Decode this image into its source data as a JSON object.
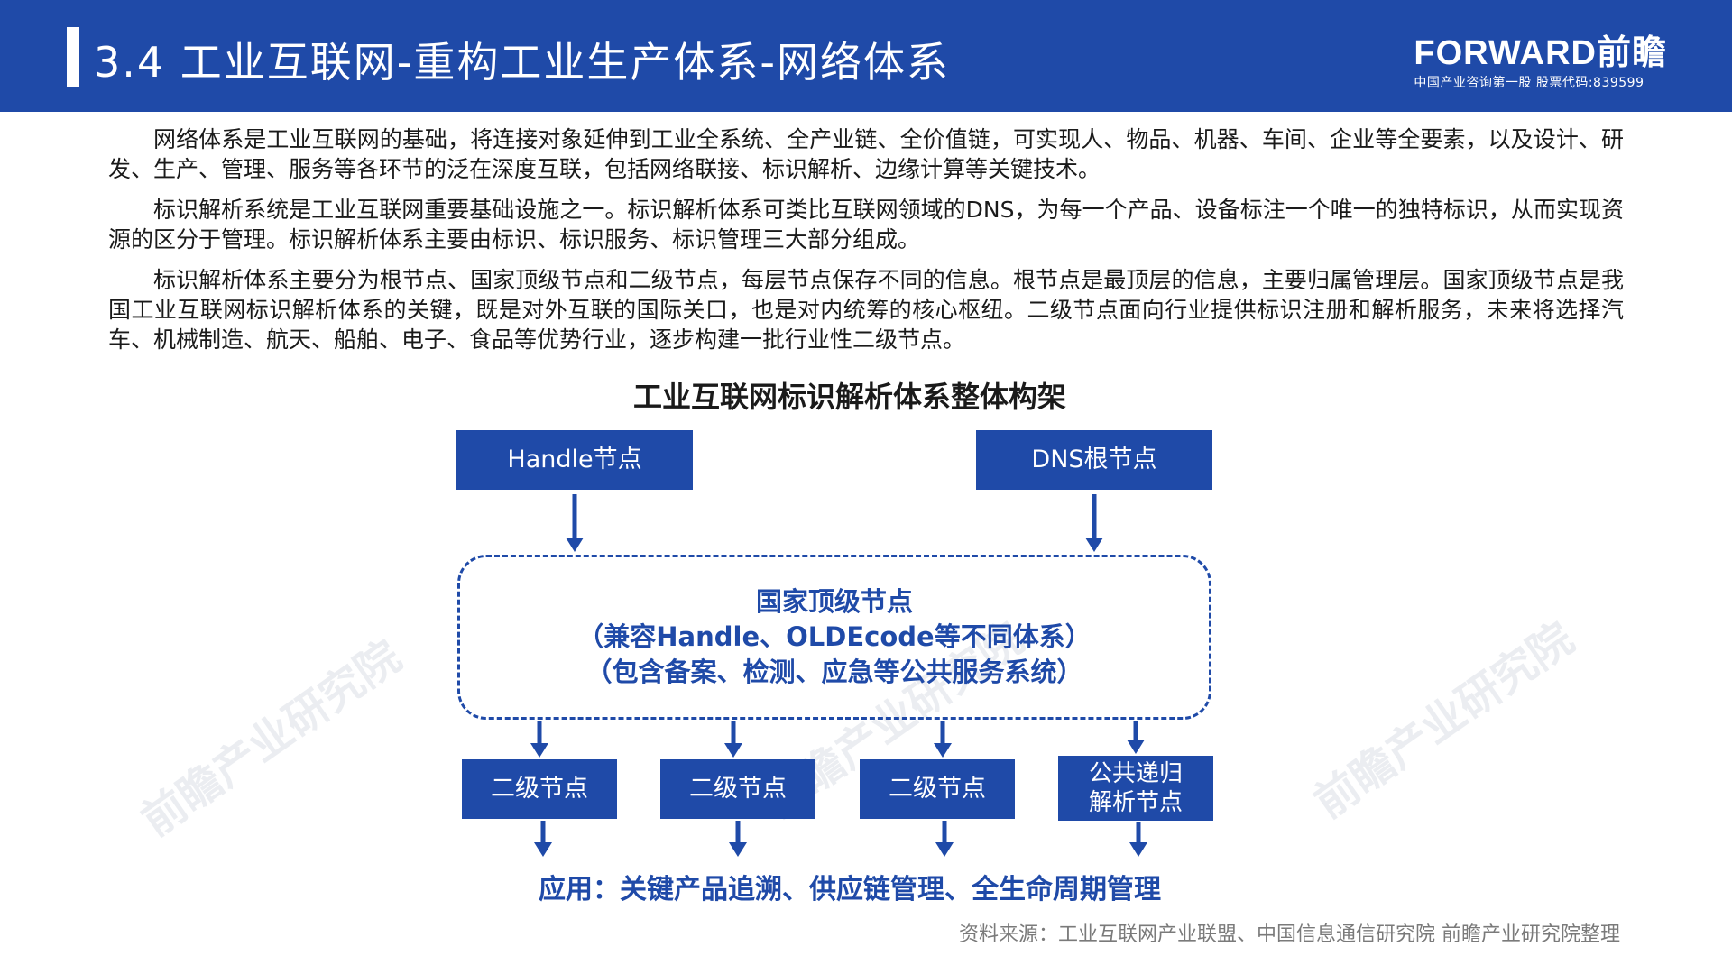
{
  "header": {
    "title": "3.4 工业互联网-重构工业生产体系-网络体系",
    "brand_logo": "FORWARD前瞻",
    "brand_sub": "中国产业咨询第一股  股票代码:839599"
  },
  "paragraphs": [
    "网络体系是工业互联网的基础，将连接对象延伸到工业全系统、全产业链、全价值链，可实现人、物品、机器、车间、企业等全要素，以及设计、研发、生产、管理、服务等各环节的泛在深度互联，包括网络联接、标识解析、边缘计算等关键技术。",
    "标识解析系统是工业互联网重要基础设施之一。标识解析体系可类比互联网领域的DNS，为每一个产品、设备标注一个唯一的独特标识，从而实现资源的区分于管理。标识解析体系主要由标识、标识服务、标识管理三大部分组成。",
    "标识解析体系主要分为根节点、国家顶级节点和二级节点，每层节点保存不同的信息。根节点是最顶层的信息，主要归属管理层。国家顶级节点是我国工业互联网标识解析体系的关键，既是对外互联的国际关口，也是对内统筹的核心枢纽。二级节点面向行业提供标识注册和解析服务，未来将选择汽车、机械制造、航天、船舶、电子、食品等优势行业，逐步构建一批行业性二级节点。"
  ],
  "diagram": {
    "title": "工业互联网标识解析体系整体构架",
    "top_nodes": [
      "Handle节点",
      "DNS根节点"
    ],
    "national": {
      "line1": "国家顶级节点",
      "line2": "（兼容Handle、OLDEcode等不同体系）",
      "line3": "（包含备案、检测、应急等公共服务系统）"
    },
    "secondary_nodes": [
      "二级节点",
      "二级节点",
      "二级节点"
    ],
    "public_node": {
      "line1": "公共递归",
      "line2": "解析节点"
    },
    "application": "应用：关键产品追溯、供应链管理、全生命周期管理"
  },
  "source": "资料来源：工业互联网产业联盟、中国信息通信研究院 前瞻产业研究院整理",
  "watermark": "前瞻产业研究院",
  "colors": {
    "primary": "#1f4aa8",
    "source_text": "#7a7a7a"
  }
}
